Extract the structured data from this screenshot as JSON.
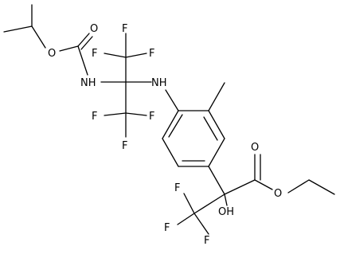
{
  "molecule": {
    "atom_labels": {
      "o_ether_carbamate": "O",
      "o_carbonyl_carbamate": "O",
      "f_upper_1": "F",
      "f_upper_2": "F",
      "f_upper_3": "F",
      "nh_carbamate": "NH",
      "nh_aniline": "NH",
      "f_lower_1": "F",
      "f_lower_2": "F",
      "f_lower_3": "F",
      "o_carbonyl_ester": "O",
      "o_ether_ester": "O",
      "f_bottom_1": "F",
      "f_bottom_2": "F",
      "f_bottom_3": "F",
      "oh_hydroxyl": "OH"
    },
    "colors": {
      "bond": "#000000",
      "label": "#000000",
      "background": "#ffffff"
    }
  }
}
